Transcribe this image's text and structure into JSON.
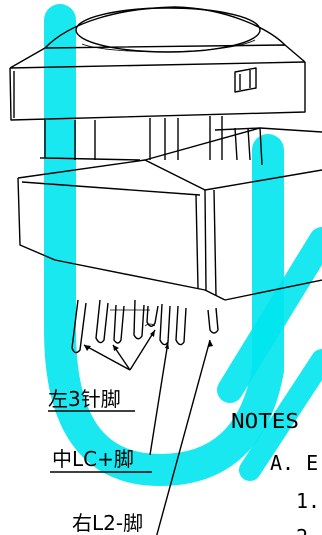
{
  "watermark": {
    "color": "#00e5ee"
  },
  "labels": {
    "left_pin": "左3针脚",
    "middle_pin": "中LC+脚",
    "right_pin": "右L2-脚"
  },
  "notes": {
    "heading": "NOTES",
    "item_a": "A. E",
    "item_1": "1.",
    "item_2": "2."
  }
}
